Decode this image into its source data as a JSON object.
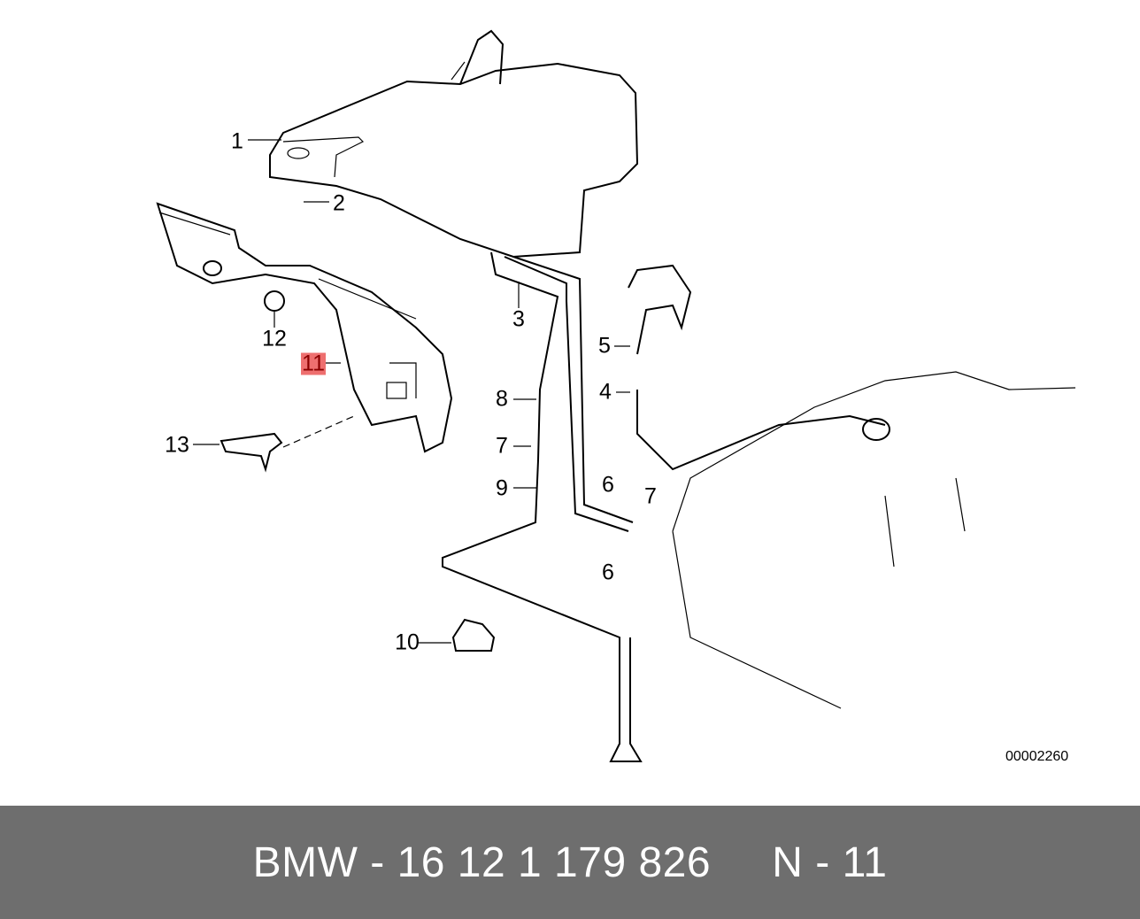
{
  "diagram": {
    "callouts": [
      "1",
      "2",
      "12",
      "11",
      "13",
      "3",
      "5",
      "4",
      "8",
      "7",
      "9",
      "6",
      "7",
      "6",
      "10"
    ],
    "highlighted_callout": "11",
    "highlight_color": "#ee6f6f",
    "image_code": "00002260"
  },
  "footer": {
    "text": "BMW - 16 12 1 179 826     N - 11",
    "background": "#6e6e6e"
  }
}
